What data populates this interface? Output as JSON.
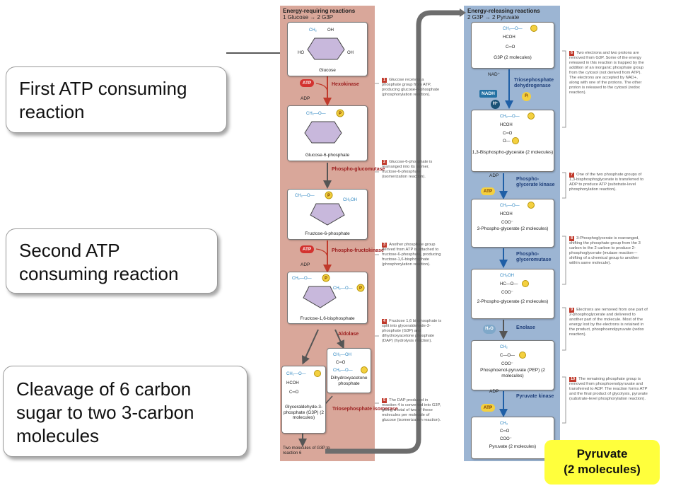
{
  "callouts": {
    "first": "First ATP consuming reaction",
    "second": "Second ATP consuming reaction",
    "cleavage": "Cleavage of 6 carbon sugar to two 3-carbon molecules"
  },
  "left_panel": {
    "title": "Energy-requiring reactions",
    "subtitle": "1 Glucose → 2 G3P",
    "glucose": "Glucose",
    "g6p": "Glucose-6-phosphate",
    "f6p": "Fructose-6-phosphate",
    "f16bp": "Fructose-1,6-bisphosphate",
    "dhap": "Dihydroxyacetone phosphate",
    "g3p": "Glyceraldehyde-3-phosphate (G3P) (2 molecules)",
    "footer": "Two molecules of G3P to reaction 6",
    "enzymes": {
      "hexokinase": "Hexokinase",
      "phosphoglucomutase": "Phospho-glucomutase",
      "phosphofructokinase": "Phospho-fructokinase",
      "aldolase": "Aldolase",
      "isomerase": "Triosephosphate isomerase"
    }
  },
  "right_panel": {
    "title": "Energy-releasing reactions",
    "subtitle": "2 G3P → 2 Pyruvate",
    "g3p": "G3P (2 molecules)",
    "bpg": "1,3-Bisphospho-glycerate (2 molecules)",
    "pg3": "3-Phospho-glycerate (2 molecules)",
    "pg2": "2-Phospho-glycerate (2 molecules)",
    "pep": "Phosphoenol-pyruvate (PEP) (2 molecules)",
    "pyruvate": "Pyruvate (2 molecules)",
    "enzymes": {
      "tpd": "Triosephosphate dehydrogenase",
      "pgk": "Phospho-glycerate kinase",
      "pgm": "Phospho-glyceromutase",
      "enolase": "Enolase",
      "pk": "Pyruvate kinase"
    }
  },
  "notes": {
    "n1": "Glucose receives a phosphate group from ATP, producing glucose-6-phosphate (phosphorylation reaction).",
    "n2": "Glucose-6-phosphate is rearranged into its isomer, fructose-6-phosphate (isomerization reaction).",
    "n3": "Another phosphate group derived from ATP is attached to fructose-6-phosphate, producing fructose-1,6-bisphosphate (phosphorylation reaction).",
    "n4": "Fructose 1,6 bisphosphate is split into glyceraldehyde-3-phosphate (G3P) and dihydroxyacetone phosphate (DAP) (hydrolysis reaction).",
    "n5": "The DAP produced in reaction 4 is converted into G3P, giving a total of two of these molecules per molecule of glucose (isomerization reaction).",
    "n6": "Two electrons and two protons are removed from G3P. Some of the energy released in this reaction is trapped by the addition of an inorganic phosphate group from the cytosol (not derived from ATP). The electrons are accepted by NAD+, along with one of the protons. The other proton is released to the cytosol (redox reaction).",
    "n7": "One of the two phosphate groups of 1,3-bisphosphoglycerate is transferred to ADP to produce ATP (substrate-level phosphorylation reaction).",
    "n8": "3-Phosphoglycerate is rearranged, shifting the phosphate group from the 3 carbon to the 2 carbon to produce 2-phosphoglycerate (mutase reaction—shifting of a chemical group to another within same molecule).",
    "n9": "Electrons are removed from one part of 2-phosphoglycerate and delivered to another part of the molecule. Most of the energy lost by the electrons is retained in the product, phosphoenolpyruvate (redox reaction).",
    "n10": "The remaining phosphate group is removed from phosphoenolpyruvate and transferred to ADP. The reaction forms ATP and the final product of glycolysis, pyruvate (substrate-level phosphorylation reaction)."
  },
  "labels": {
    "atp": "ATP",
    "adp": "ADP",
    "nad": "NAD⁺",
    "nadh": "NADH",
    "h": "H⁺",
    "pi": "Pᵢ",
    "h2o": "H₂O",
    "p": "P"
  },
  "highlight": {
    "line1": "Pyruvate",
    "line2": "(2 molecules)"
  },
  "colors": {
    "left_panel": "#d9a79a",
    "right_panel": "#9cb5d3",
    "highlight": "#ffff3c",
    "enzyme_red": "#9b1c1c",
    "enzyme_blue": "#1f3f7a"
  }
}
